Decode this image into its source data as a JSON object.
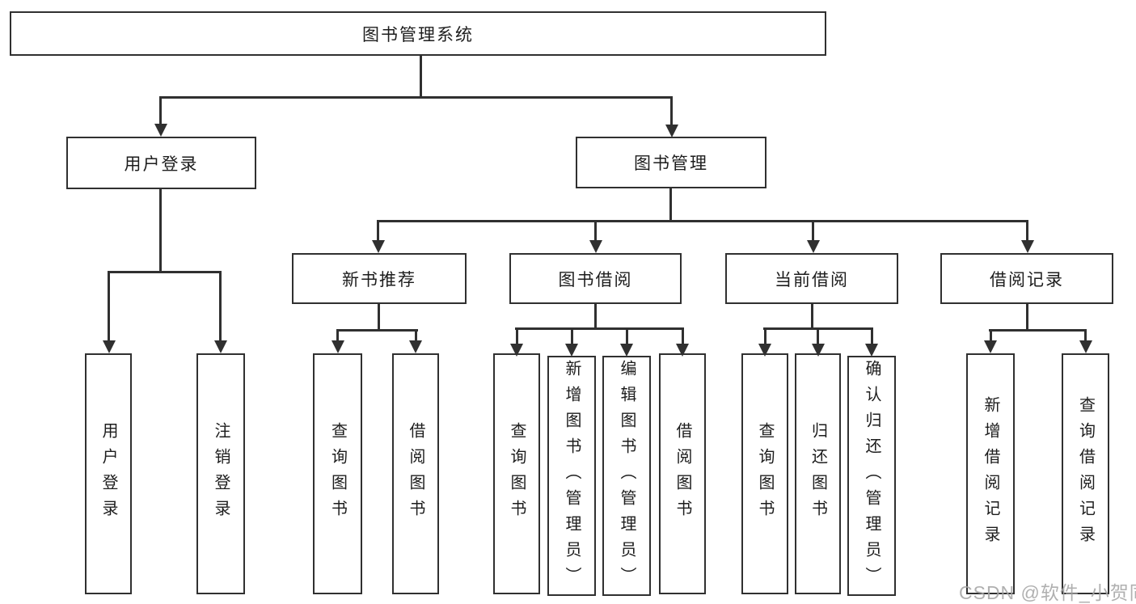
{
  "diagram_title": "图书管理系统",
  "tree": {
    "label": "图书管理系统",
    "children": [
      {
        "label": "用户登录",
        "children": [
          {
            "label": "用户登录"
          },
          {
            "label": "注销登录"
          }
        ]
      },
      {
        "label": "图书管理",
        "children": [
          {
            "label": "新书推荐",
            "children": [
              {
                "label": "查询图书"
              },
              {
                "label": "借阅图书"
              }
            ]
          },
          {
            "label": "图书借阅",
            "children": [
              {
                "label": "查询图书"
              },
              {
                "label": "新增图书（管理员）"
              },
              {
                "label": "编辑图书（管理员）"
              },
              {
                "label": "借阅图书"
              }
            ]
          },
          {
            "label": "当前借阅",
            "children": [
              {
                "label": "查询图书"
              },
              {
                "label": "归还图书"
              },
              {
                "label": "确认归还（管理员）"
              }
            ]
          },
          {
            "label": "借阅记录",
            "children": [
              {
                "label": "新增借阅记录"
              },
              {
                "label": "查询借阅记录"
              }
            ]
          }
        ]
      }
    ]
  },
  "watermark": {
    "text": "CSDN @软件_小贺同学"
  },
  "colors": {
    "line": "#303030",
    "box_border": "#303030",
    "text": "#1d1d1d",
    "watermark": "#a6a6a6",
    "background": "#ffffff"
  }
}
